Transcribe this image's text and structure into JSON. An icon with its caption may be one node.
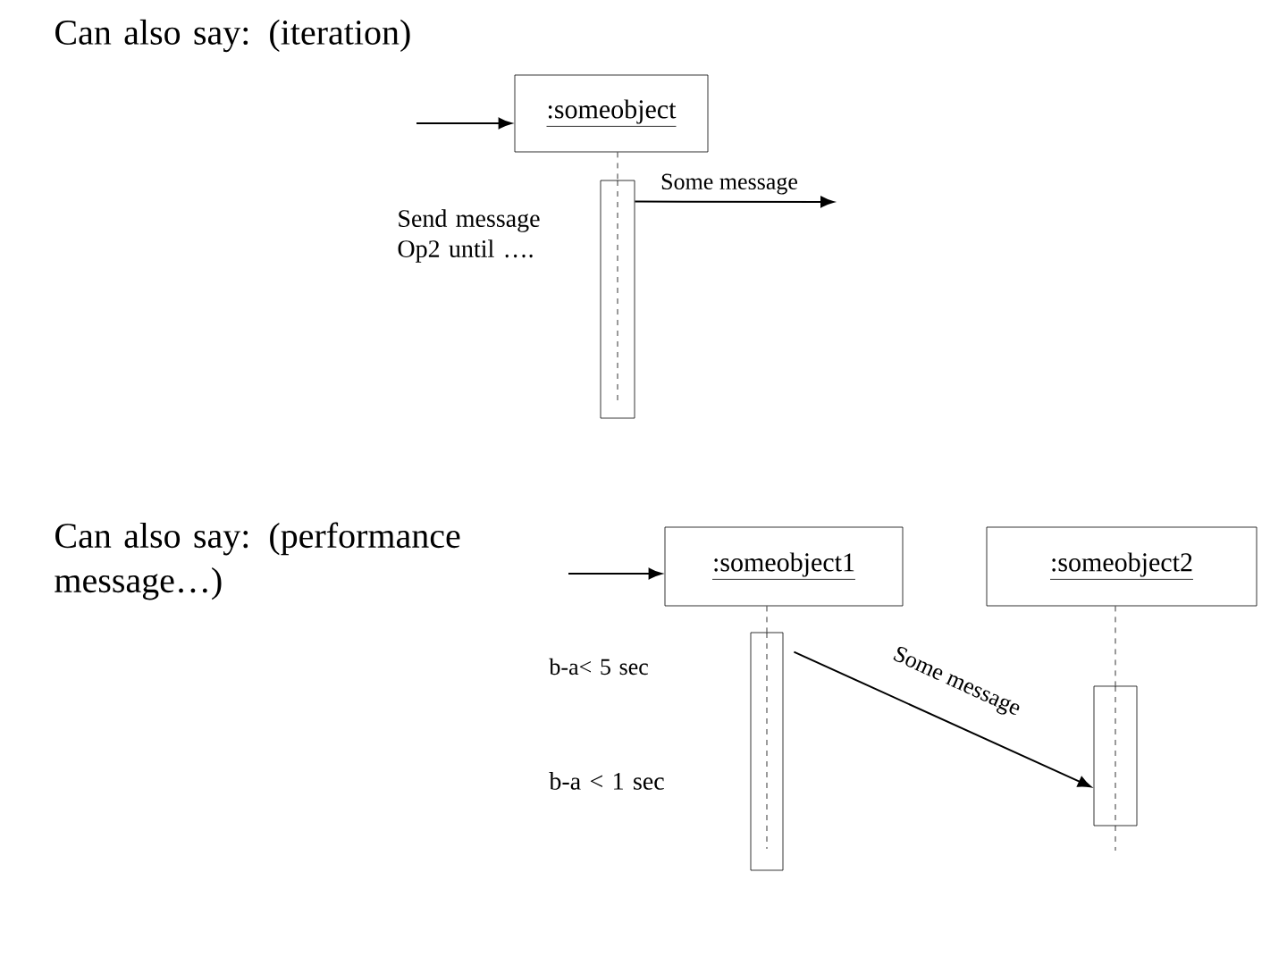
{
  "diagram": {
    "nodes": [
      {
        "text": [
          ":someobject"
        ]
      },
      {
        "text": [],
        "shape": "bar"
      },
      {
        "text": [
          ":someobject1"
        ]
      },
      {
        "text": [],
        "shape": "bar"
      },
      {
        "text": [
          ":someobject2"
        ]
      },
      {
        "text": [],
        "shape": "bar"
      }
    ],
    "edges": [
      {
        "from": null,
        "to": 0,
        "arrow": "to"
      },
      {
        "from": 0,
        "to": 1,
        "arrow": "none",
        "style": "dashed"
      },
      {
        "from": 1,
        "to": null,
        "arrow": "to",
        "label": "Some message"
      },
      {
        "from": null,
        "to": 2,
        "arrow": "to"
      },
      {
        "from": 2,
        "to": 3,
        "arrow": "none",
        "style": "dashed"
      },
      {
        "from": 4,
        "to": 5,
        "arrow": "none",
        "style": "dashed"
      },
      {
        "from": 3,
        "to": 5,
        "arrow": "to",
        "label": "Some message"
      }
    ],
    "labels": [
      "Can also say: (iteration)",
      "Send message Op2 until ….",
      "Can also say: (performance message…)",
      "b-a< 5 sec",
      "b-a < 1 sec"
    ]
  }
}
